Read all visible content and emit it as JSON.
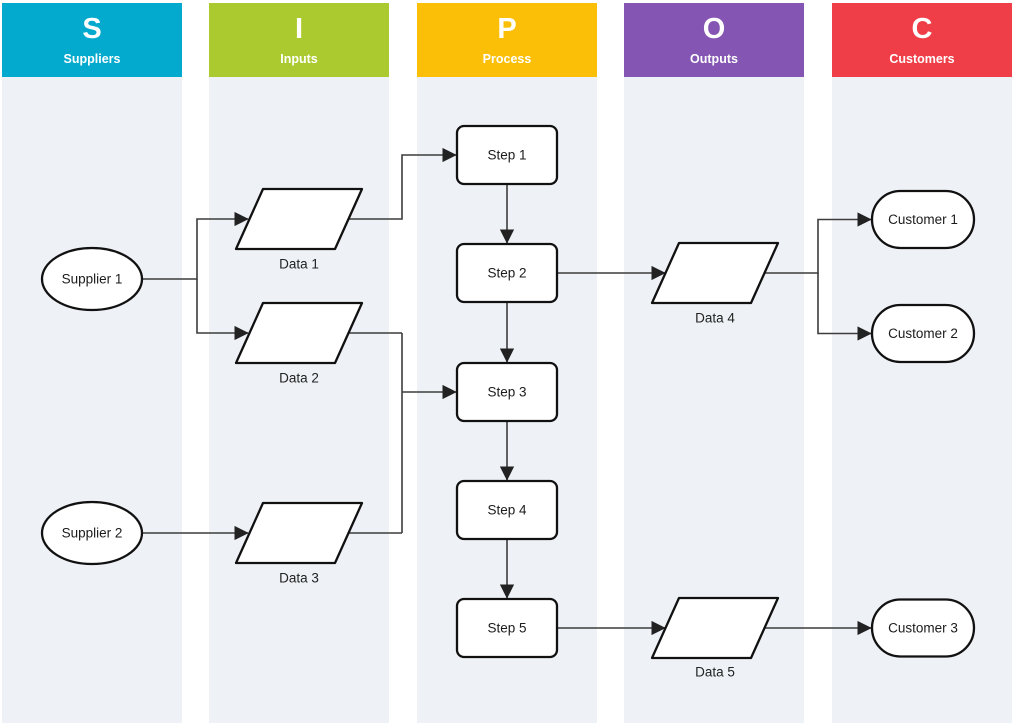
{
  "diagram": {
    "type": "sipoc-flowchart",
    "columns": [
      {
        "letter": "S",
        "label": "Suppliers",
        "color": "#03aacd"
      },
      {
        "letter": "I",
        "label": "Inputs",
        "color": "#abca2f"
      },
      {
        "letter": "P",
        "label": "Process",
        "color": "#fbbf08"
      },
      {
        "letter": "O",
        "label": "Outputs",
        "color": "#8455b2"
      },
      {
        "letter": "C",
        "label": "Customers",
        "color": "#ef3e47"
      }
    ],
    "lane_background": "#eef2f6",
    "connector_color": "#3c3c3c",
    "nodes": {
      "supplier1": "Supplier 1",
      "supplier2": "Supplier 2",
      "data1": "Data 1",
      "data2": "Data 2",
      "data3": "Data 3",
      "data4": "Data 4",
      "data5": "Data 5",
      "step1": "Step 1",
      "step2": "Step 2",
      "step3": "Step 3",
      "step4": "Step 4",
      "step5": "Step 5",
      "customer1": "Customer 1",
      "customer2": "Customer 2",
      "customer3": "Customer 3"
    },
    "edges": [
      {
        "from": "Supplier 1",
        "to": "Data 1"
      },
      {
        "from": "Supplier 1",
        "to": "Data 2"
      },
      {
        "from": "Supplier 2",
        "to": "Data 3"
      },
      {
        "from": "Data 1",
        "to": "Step 1"
      },
      {
        "from": "Data 2",
        "to": "Step 3"
      },
      {
        "from": "Data 3",
        "to": "Step 3"
      },
      {
        "from": "Step 1",
        "to": "Step 2"
      },
      {
        "from": "Step 2",
        "to": "Step 3"
      },
      {
        "from": "Step 2",
        "to": "Data 4"
      },
      {
        "from": "Step 3",
        "to": "Step 4"
      },
      {
        "from": "Step 4",
        "to": "Step 5"
      },
      {
        "from": "Step 5",
        "to": "Data 5"
      },
      {
        "from": "Data 4",
        "to": "Customer 1"
      },
      {
        "from": "Data 4",
        "to": "Customer 2"
      },
      {
        "from": "Data 5",
        "to": "Customer 3"
      }
    ]
  }
}
